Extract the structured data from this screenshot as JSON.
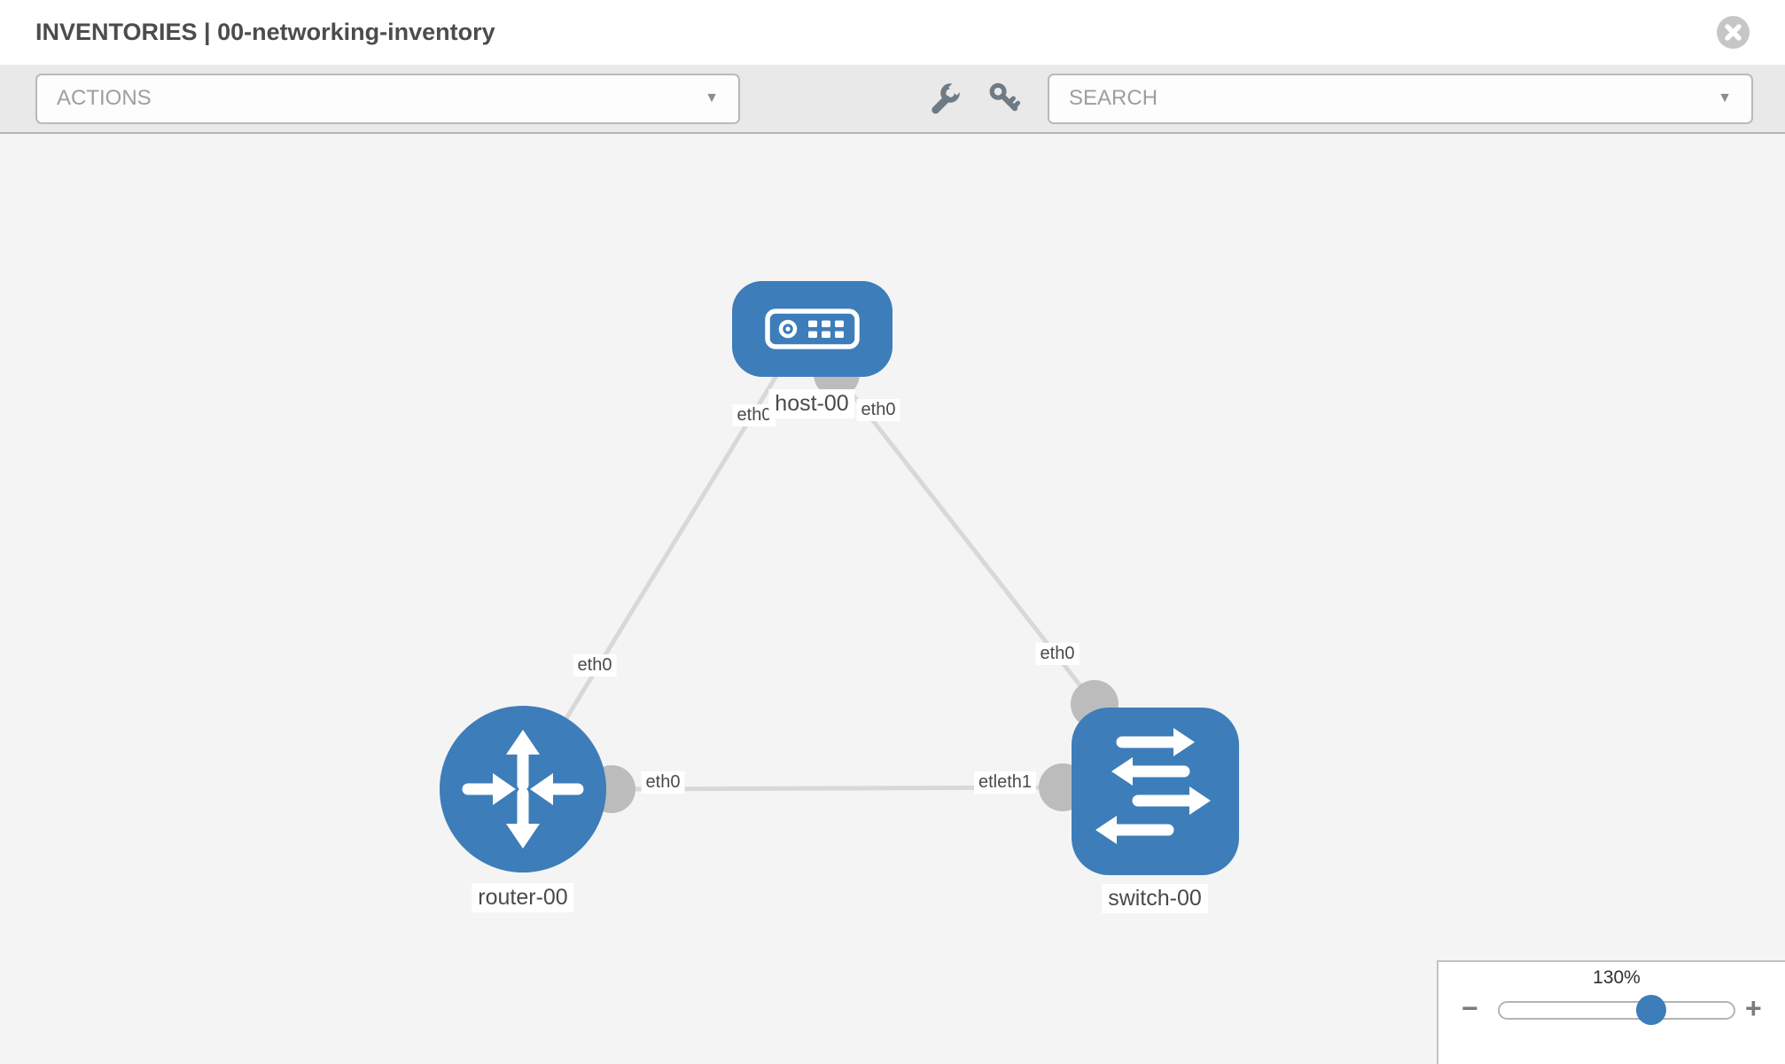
{
  "header": {
    "title": "INVENTORIES | 00-networking-inventory"
  },
  "toolbar": {
    "actions_label": "ACTIONS",
    "search_label": "SEARCH",
    "caret": "▼",
    "icons": [
      "wrench-icon",
      "key-icon"
    ]
  },
  "topology": {
    "nodes": [
      {
        "id": "host-00",
        "type": "host",
        "label": "host-00"
      },
      {
        "id": "router-00",
        "type": "router",
        "label": "router-00"
      },
      {
        "id": "switch-00",
        "type": "switch",
        "label": "switch-00"
      }
    ],
    "links": [
      {
        "source": "host-00",
        "target": "router-00",
        "source_if": "eth0",
        "target_if": "eth0"
      },
      {
        "source": "host-00",
        "target": "switch-00",
        "source_if": "eth0",
        "target_if": "eth0"
      },
      {
        "source": "router-00",
        "target": "switch-00",
        "source_if": "eth0",
        "target_if": "etleth1"
      }
    ]
  },
  "zoom_panel": {
    "level": "130%",
    "minus_label": "−",
    "plus_label": "+"
  },
  "colors": {
    "node_blue": "#3d7db9",
    "link_gray": "#d8d8d8",
    "port_gray": "#bcbcbc",
    "canvas_bg": "#f4f4f4",
    "toolbar_bg": "#e9e9e9"
  }
}
